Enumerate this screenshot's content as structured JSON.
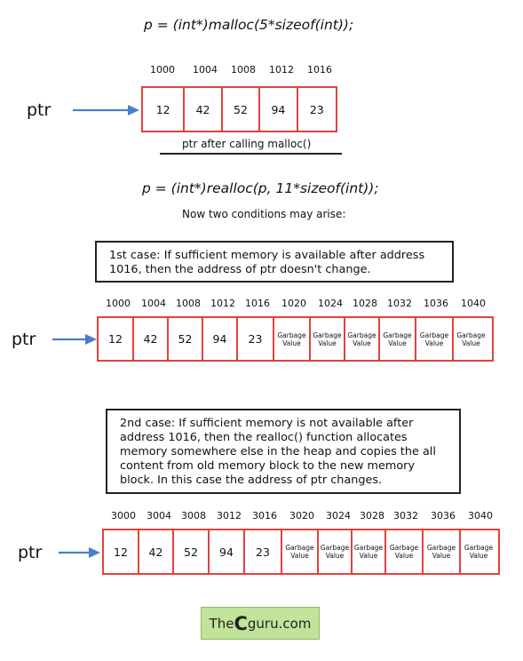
{
  "diagram": {
    "malloc_statement": "p = (int*)malloc(5*sizeof(int));",
    "realloc_statement": "p = (int*)realloc(p, 11*sizeof(int));",
    "conditions_text": "Now two conditions may arise:",
    "ptr_label": "ptr",
    "after_malloc_caption": "ptr after calling malloc()",
    "case1_text": "1st case:  If sufficient memory is available after address 1016, then the address of ptr doesn't change.",
    "case2_text": "2nd case:  If sufficient memory is not available after address 1016, then the realloc() function allocates memory somewhere else in the heap and copies the all content from old memory block to the new memory block. In this case the address of ptr changes.",
    "garbage_label": "Garbage Value",
    "rows": [
      {
        "addresses": [
          "1000",
          "1004",
          "1008",
          "1012",
          "1016"
        ],
        "cells": [
          "12",
          "42",
          "52",
          "94",
          "23"
        ]
      },
      {
        "addresses": [
          "1000",
          "1004",
          "1008",
          "1012",
          "1016",
          "1020",
          "1024",
          "1028",
          "1032",
          "1036",
          "1040"
        ],
        "cells": [
          "12",
          "42",
          "52",
          "94",
          "23",
          "Garbage Value",
          "Garbage Value",
          "Garbage Value",
          "Garbage Value",
          "Garbage Value",
          "Garbage Value"
        ]
      },
      {
        "addresses": [
          "3000",
          "3004",
          "3008",
          "3012",
          "3016",
          "3020",
          "3024",
          "3028",
          "3032",
          "3036",
          "3040"
        ],
        "cells": [
          "12",
          "42",
          "52",
          "94",
          "23",
          "Garbage Value",
          "Garbage Value",
          "Garbage Value",
          "Garbage Value",
          "Garbage Value",
          "Garbage Value"
        ]
      }
    ],
    "logo": {
      "prefix": "The",
      "big_letter": "C",
      "suffix": "guru.com"
    },
    "colors": {
      "cell_border": "#e0433c",
      "arrow": "#4a7ec9",
      "logo_bg": "#c2e39a"
    }
  }
}
